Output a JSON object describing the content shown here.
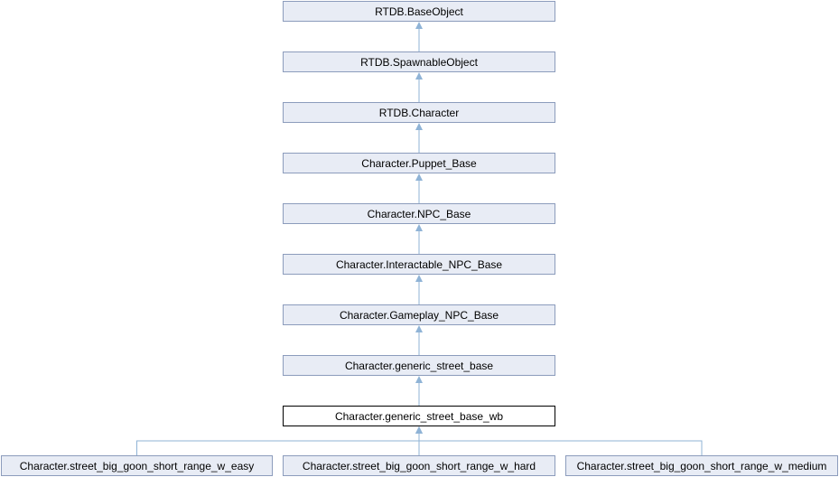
{
  "diagram": {
    "nodes": [
      {
        "id": "n0",
        "label": "RTDB.BaseObject"
      },
      {
        "id": "n1",
        "label": "RTDB.SpawnableObject"
      },
      {
        "id": "n2",
        "label": "RTDB.Character"
      },
      {
        "id": "n3",
        "label": "Character.Puppet_Base"
      },
      {
        "id": "n4",
        "label": "Character.NPC_Base"
      },
      {
        "id": "n5",
        "label": "Character.Interactable_NPC_Base"
      },
      {
        "id": "n6",
        "label": "Character.Gameplay_NPC_Base"
      },
      {
        "id": "n7",
        "label": "Character.generic_street_base"
      },
      {
        "id": "n8",
        "label": "Character.generic_street_base_wb",
        "current": true
      },
      {
        "id": "n9",
        "label": "Character.street_big_goon_short_range_w_easy"
      },
      {
        "id": "n10",
        "label": "Character.street_big_goon_short_range_w_hard"
      },
      {
        "id": "n11",
        "label": "Character.street_big_goon_short_range_w_medium"
      }
    ],
    "edges": [
      {
        "from": "n1",
        "to": "n0"
      },
      {
        "from": "n2",
        "to": "n1"
      },
      {
        "from": "n3",
        "to": "n2"
      },
      {
        "from": "n4",
        "to": "n3"
      },
      {
        "from": "n5",
        "to": "n4"
      },
      {
        "from": "n6",
        "to": "n5"
      },
      {
        "from": "n7",
        "to": "n6"
      },
      {
        "from": "n8",
        "to": "n7"
      },
      {
        "from": "n9",
        "to": "n8"
      },
      {
        "from": "n10",
        "to": "n8"
      },
      {
        "from": "n11",
        "to": "n8"
      }
    ],
    "colors": {
      "node_fill": "#e8ecf5",
      "node_border": "#8c9cbc",
      "current_fill": "#ffffff",
      "current_border": "#000000",
      "edge": "#8fb3d6"
    }
  }
}
